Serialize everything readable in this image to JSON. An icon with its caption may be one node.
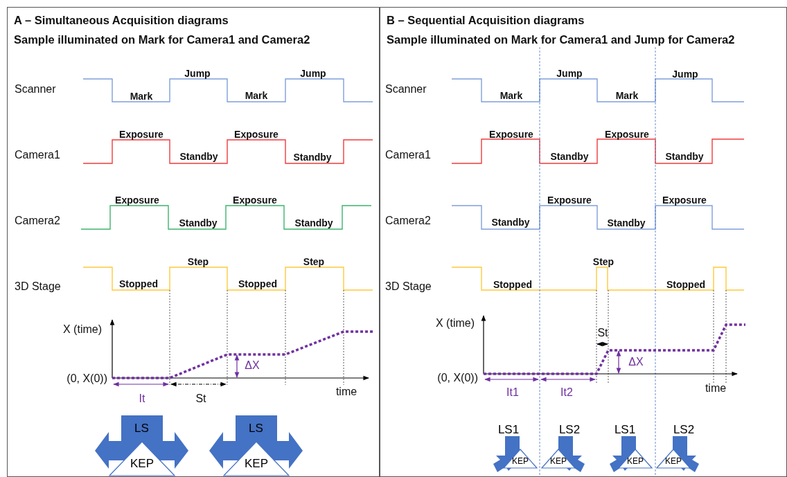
{
  "diagram": {
    "nodes": [
      {
        "text": [
          "A – Simultaneous Acquisition diagrams",
          "Sample illuminated on Mark for Camera1 and Camera2"
        ]
      },
      {
        "text": [
          "B – Sequential Acquisition diagrams",
          "Sample illuminated on Mark for Camera1 and Jump for Camera2"
        ]
      },
      {
        "text": [
          "LS"
        ],
        "in": 0
      },
      {
        "text": [
          "KEP"
        ],
        "in": 0
      },
      {
        "text": [
          "LS"
        ],
        "in": 0
      },
      {
        "text": [
          "KEP"
        ],
        "in": 0
      },
      {
        "text": [
          "LS1"
        ],
        "in": 1
      },
      {
        "text": [
          "KEP"
        ],
        "in": 1
      },
      {
        "text": [
          "LS2"
        ],
        "in": 1
      },
      {
        "text": [
          "KEP"
        ],
        "in": 1
      },
      {
        "text": [
          "LS1"
        ],
        "in": 1
      },
      {
        "text": [
          "KEP"
        ],
        "in": 1
      },
      {
        "text": [
          "LS2"
        ],
        "in": 1
      },
      {
        "text": [
          "KEP"
        ],
        "in": 1
      }
    ],
    "labels": [
      "Scanner",
      "Mark",
      "Jump",
      "Mark",
      "Jump",
      "Camera1",
      "Exposure",
      "Standby",
      "Exposure",
      "Standby",
      "Camera2",
      "Exposure",
      "Standby",
      "Exposure",
      "Standby",
      "3D Stage",
      "Stopped",
      "Step",
      "Stopped",
      "Step",
      "X (time)",
      "ΔX",
      "(0, X(0))",
      "time",
      "It",
      "St",
      "Scanner",
      "Mark",
      "Jump",
      "Mark",
      "Jump",
      "Camera1",
      "Exposure",
      "Standby",
      "Exposure",
      "Standby",
      "Camera2",
      "Standby",
      "Exposure",
      "Standby",
      "Exposure",
      "3D Stage",
      "Stopped",
      "Step",
      "Stopped",
      "X (time)",
      "St",
      "ΔX",
      "(0, X(0))",
      "time",
      "It1",
      "It2"
    ]
  }
}
